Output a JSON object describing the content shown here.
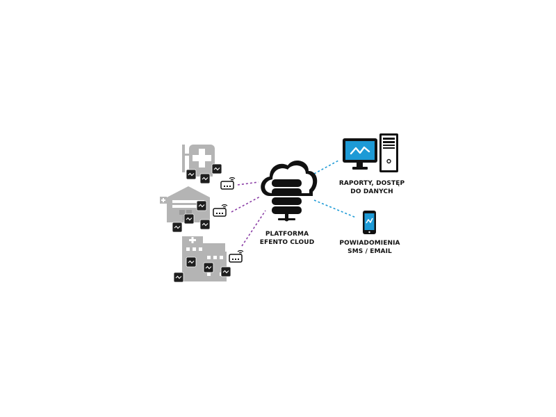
{
  "colors": {
    "building": "#b4b4b4",
    "building_dark": "#9a9a9a",
    "sensor": "#1e1e1e",
    "gateway": "#111111",
    "device": "#111111",
    "screen": "#1d9ad6",
    "link_local": "#8b3fa6",
    "link_remote": "#1d9ad6"
  },
  "icons": {
    "cloud": "cloud-server-icon",
    "clinic": "clinic-building-icon",
    "warehouse": "warehouse-building-icon",
    "hospital": "hospital-building-icon",
    "gateway": "wifi-gateway-icon",
    "sensor": "sensor-icon",
    "monitor": "monitor-icon",
    "tower": "pc-tower-icon",
    "phone": "smartphone-icon"
  },
  "platform": {
    "line1": "PLATFORMA",
    "line2": "EFENTO CLOUD"
  },
  "reports": {
    "line1": "RAPORTY, DOSTĘP",
    "line2": "DO DANYCH"
  },
  "notifications": {
    "line1": "POWIADOMIENIA",
    "line2": "SMS / EMAIL"
  }
}
